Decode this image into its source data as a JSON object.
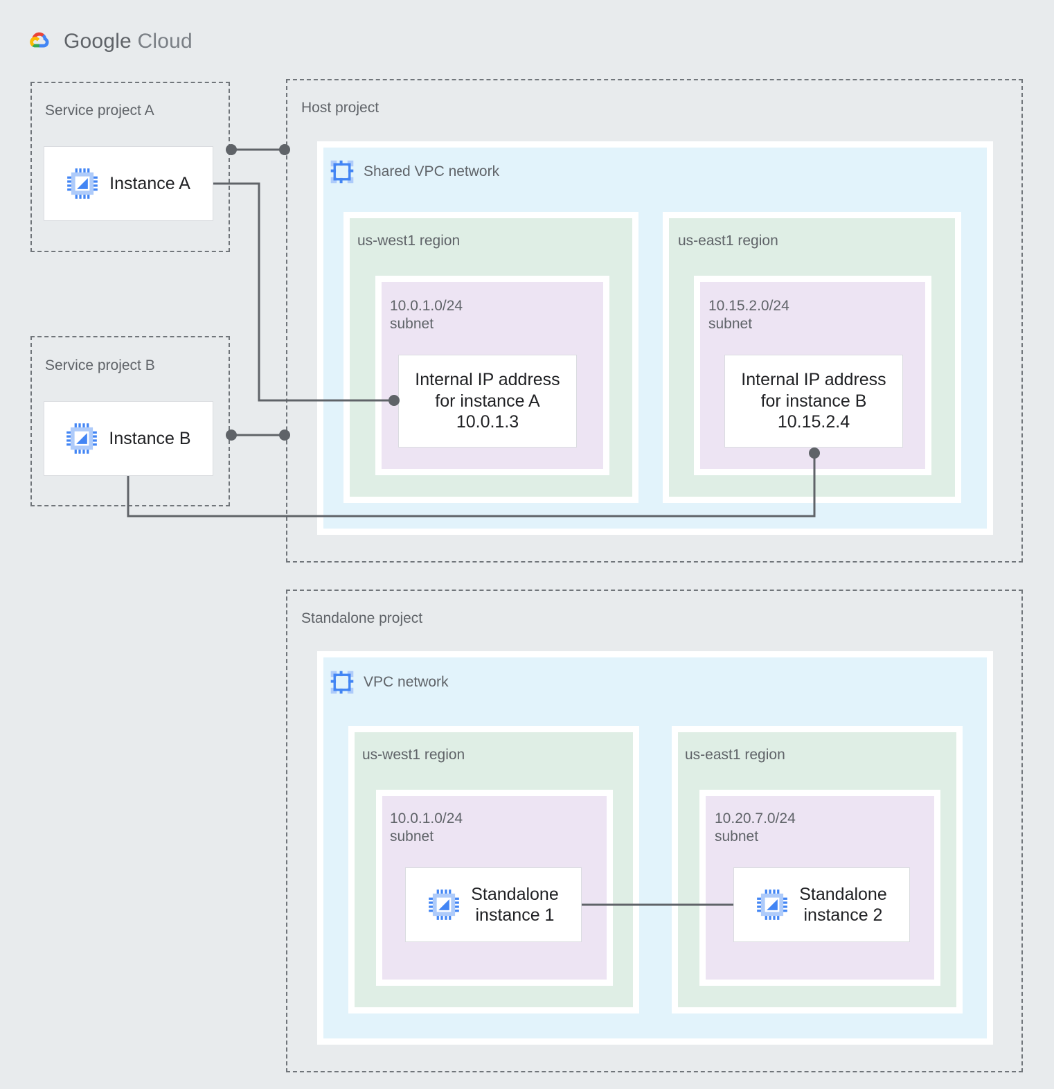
{
  "brand": {
    "word1": "Google",
    "word2": "Cloud",
    "logo_icon": "google-cloud-logo-icon",
    "colors": {
      "red": "#ea4335",
      "yellow": "#fbbc04",
      "green": "#34a853",
      "blue": "#4285f4",
      "text": "#5f6368"
    }
  },
  "palette": {
    "page_background": "#e8ebed",
    "vpc_fill": "#e2f3fb",
    "region_fill": "#dfeee5",
    "subnet_fill": "#ede4f3",
    "panel_border": "#ffffff",
    "dashed_border": "#70757a",
    "connector": "#5f6368",
    "node_fill": "#ffffff",
    "node_border": "#dadce0",
    "icon_blue": "#4285f4",
    "icon_blue_light": "#aecbfa",
    "label_text": "#5f6368",
    "node_text": "#202124"
  },
  "projects": {
    "service_a": {
      "label": "Service project A",
      "instance": {
        "label": "Instance A",
        "icon": "cpu-instance-icon"
      }
    },
    "service_b": {
      "label": "Service project B",
      "instance": {
        "label": "Instance B",
        "icon": "cpu-instance-icon"
      }
    },
    "host": {
      "label": "Host project",
      "network": {
        "label": "Shared VPC network",
        "icon": "vpc-network-icon",
        "regions": [
          {
            "label": "us-west1 region",
            "subnet": {
              "label": "10.0.1.0/24\nsubnet",
              "cidr": "10.0.1.0/24",
              "node": {
                "label": "Internal IP address\nfor instance A\n10.0.1.3",
                "ip": "10.0.1.3"
              }
            }
          },
          {
            "label": "us-east1 region",
            "subnet": {
              "label": "10.15.2.0/24\nsubnet",
              "cidr": "10.15.2.0/24",
              "node": {
                "label": "Internal IP address\nfor instance B\n10.15.2.4",
                "ip": "10.15.2.4"
              }
            }
          }
        ]
      }
    },
    "standalone": {
      "label": "Standalone project",
      "network": {
        "label": "VPC network",
        "icon": "vpc-network-icon",
        "regions": [
          {
            "label": "us-west1 region",
            "subnet": {
              "label": "10.0.1.0/24\nsubnet",
              "cidr": "10.0.1.0/24",
              "node": {
                "label": "Standalone\ninstance 1",
                "icon": "cpu-instance-icon"
              }
            }
          },
          {
            "label": "us-east1 region",
            "subnet": {
              "label": "10.20.7.0/24\nsubnet",
              "cidr": "10.20.7.0/24",
              "node": {
                "label": "Standalone\ninstance 2",
                "icon": "cpu-instance-icon"
              }
            }
          }
        ]
      }
    }
  },
  "connectors": [
    {
      "name": "service-a-to-host-boundary",
      "from": "Service project A",
      "to": "Host project"
    },
    {
      "name": "instance-a-to-internal-ip-a",
      "from": "Instance A",
      "to": "Internal IP address for instance A 10.0.1.3"
    },
    {
      "name": "service-b-to-host-boundary",
      "from": "Service project B",
      "to": "Host project"
    },
    {
      "name": "instance-b-to-internal-ip-b",
      "from": "Instance B",
      "to": "Internal IP address for instance B 10.15.2.4"
    },
    {
      "name": "standalone-1-to-standalone-2",
      "from": "Standalone instance 1",
      "to": "Standalone instance 2"
    }
  ]
}
